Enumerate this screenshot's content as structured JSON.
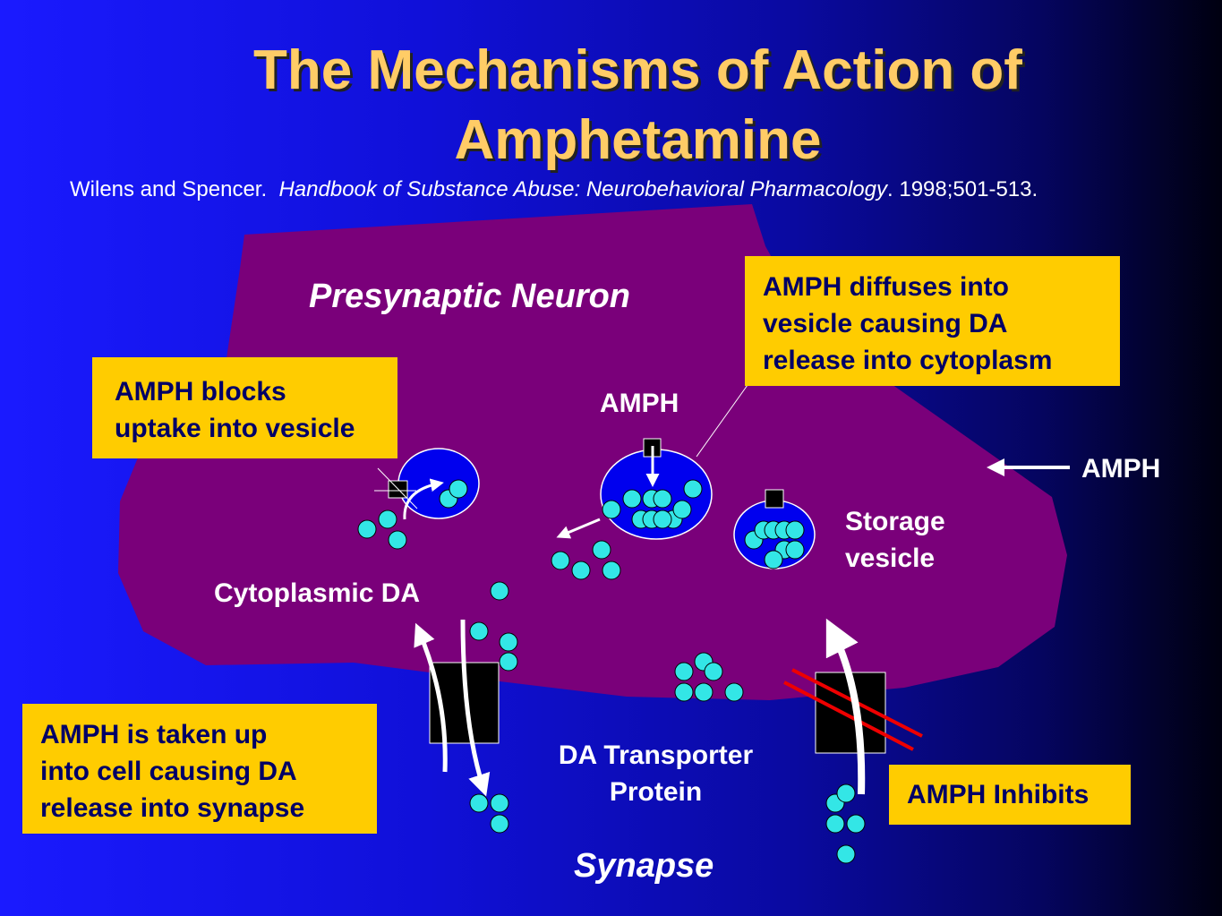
{
  "title": "The Mechanisms of Action of Amphetamine",
  "citation": {
    "authors": "Wilens and Spencer.",
    "source": "Handbook of Substance Abuse: Neurobehavioral Pharmacology",
    "details": ". 1998;501-513."
  },
  "labels": {
    "neuron": "Presynaptic Neuron",
    "amph_top": "AMPH",
    "amph_right": "AMPH",
    "storage_vesicle_1": "Storage",
    "storage_vesicle_2": "vesicle",
    "cytoplasmic_da": "Cytoplasmic DA",
    "transporter_1": "DA Transporter",
    "transporter_2": "Protein",
    "synapse": "Synapse"
  },
  "callouts": {
    "blocks_uptake": [
      "AMPH blocks",
      "uptake into vesicle"
    ],
    "diffuses": [
      "AMPH diffuses into",
      "vesicle causing DA",
      "release into cytoplasm"
    ],
    "taken_up": [
      "AMPH is taken up",
      "into cell causing DA",
      "release into synapse"
    ],
    "inhibits": "AMPH Inhibits"
  },
  "colors": {
    "neuron": "#7a007a",
    "dopamine": "#33e6e6",
    "vesicle": "#0000ee",
    "callout": "#ffcc00",
    "inhibit_line": "#ee0000",
    "title": "#ffcc66"
  }
}
